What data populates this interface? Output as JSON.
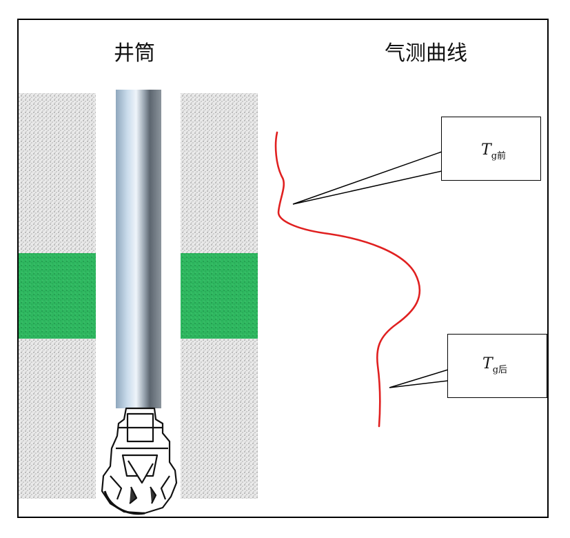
{
  "titles": {
    "wellbore": "井筒",
    "gas_curve": "气测曲线"
  },
  "labels": {
    "tg_before": {
      "symbol": "T",
      "subscript": "g前"
    },
    "tg_after": {
      "symbol": "T",
      "subscript": "g后"
    }
  },
  "colors": {
    "formation_gray": "#c8c8c8",
    "reservoir_green": "#2ab25a",
    "gas_curve": "#e02020"
  }
}
